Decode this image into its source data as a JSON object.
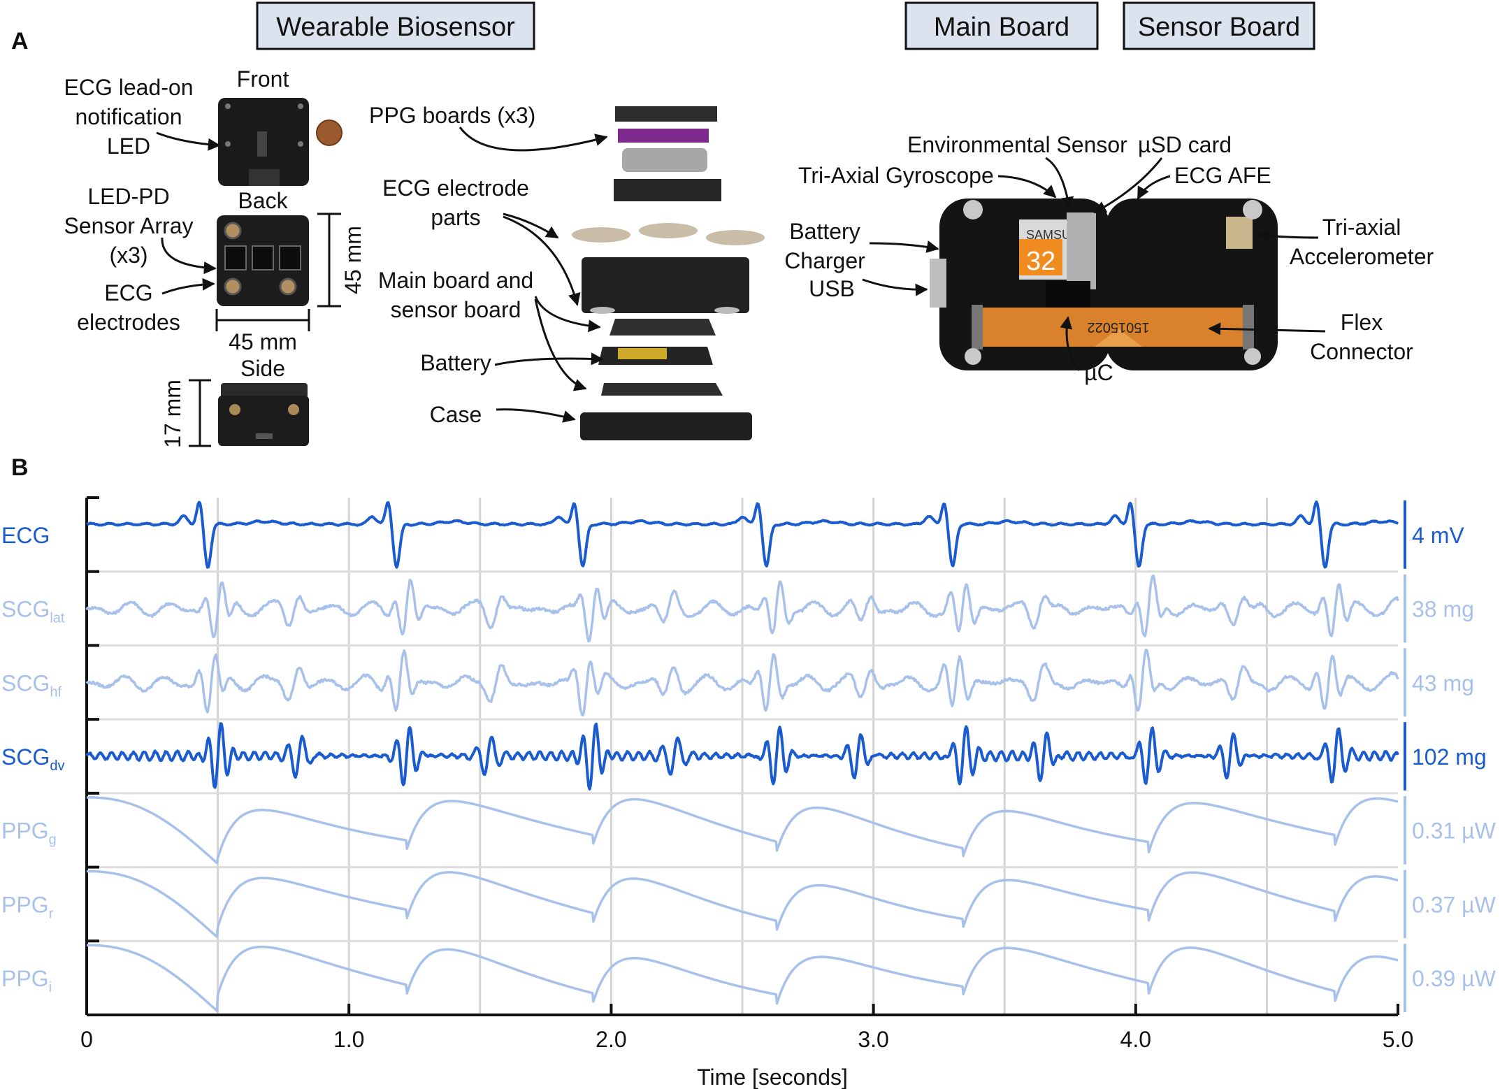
{
  "panel_a": {
    "label": "A",
    "headers": {
      "wearable": "Wearable Biosensor",
      "main_board": "Main Board",
      "sensor_board": "Sensor Board"
    },
    "device_labels": {
      "front": "Front",
      "back": "Back",
      "side": "Side",
      "ecg_led_1": "ECG lead-on",
      "ecg_led_2": "notification",
      "ecg_led_3": "LED",
      "ledpd_1": "LED-PD",
      "ledpd_2": "Sensor Array",
      "ledpd_3": "(x3)",
      "ecg_el_1": "ECG",
      "ecg_el_2": "electrodes",
      "dim_45_v": "45 mm",
      "dim_45_h": "45 mm",
      "dim_17": "17 mm"
    },
    "exploded_labels": {
      "ppg_boards": "PPG boards (x3)",
      "ecg_parts_1": "ECG electrode",
      "ecg_parts_2": "parts",
      "mainboard_1": "Main board and",
      "mainboard_2": "sensor board",
      "battery": "Battery",
      "case": "Case"
    },
    "board_labels": {
      "env_sensor": "Environmental Sensor",
      "usd": "µSD card",
      "gyro": "Tri-Axial Gyroscope",
      "ecg_afe": "ECG AFE",
      "battery_1": "Battery",
      "battery_2": "Charger",
      "usb": "USB",
      "accel_1": "Tri-axial",
      "accel_2": "Accelerometer",
      "flex_1": "Flex",
      "flex_2": "Connector",
      "uc": "µC",
      "sd_brand": "SAMSU",
      "sd_capacity": "32",
      "flex_code": "15015022"
    }
  },
  "panel_b": {
    "label": "B"
  },
  "chart_data": {
    "type": "line",
    "xlabel": "Time [seconds]",
    "xlim": [
      0,
      5
    ],
    "x_ticks": [
      0,
      1,
      2,
      3,
      4,
      5
    ],
    "x_tick_labels": [
      "0",
      "1.0",
      "2.0",
      "3.0",
      "4.0",
      "5.0"
    ],
    "grid": true,
    "grid_x": [
      0.5,
      1.0,
      1.5,
      2.0,
      2.5,
      3.0,
      3.5,
      4.0,
      4.5
    ],
    "beat_times_s": [
      0.43,
      1.15,
      1.86,
      2.56,
      3.27,
      3.98,
      4.69
    ],
    "series": [
      {
        "name": "ECG",
        "sub": "",
        "scale": "4 mV",
        "color": "#1a5ccf",
        "bold": true
      },
      {
        "name": "SCG",
        "sub": "lat",
        "scale": "38 mg",
        "color": "#a8c1eb",
        "bold": false
      },
      {
        "name": "SCG",
        "sub": "hf",
        "scale": "43 mg",
        "color": "#a8c1eb",
        "bold": false
      },
      {
        "name": "SCG",
        "sub": "dv",
        "scale": "102 mg",
        "color": "#1a5ccf",
        "bold": true
      },
      {
        "name": "PPG",
        "sub": "g",
        "scale": "0.31 µW",
        "color": "#a8c1eb",
        "bold": false
      },
      {
        "name": "PPG",
        "sub": "r",
        "scale": "0.37 µW",
        "color": "#a8c1eb",
        "bold": false
      },
      {
        "name": "PPG",
        "sub": "i",
        "scale": "0.39 µW",
        "color": "#a8c1eb",
        "bold": false
      }
    ]
  }
}
